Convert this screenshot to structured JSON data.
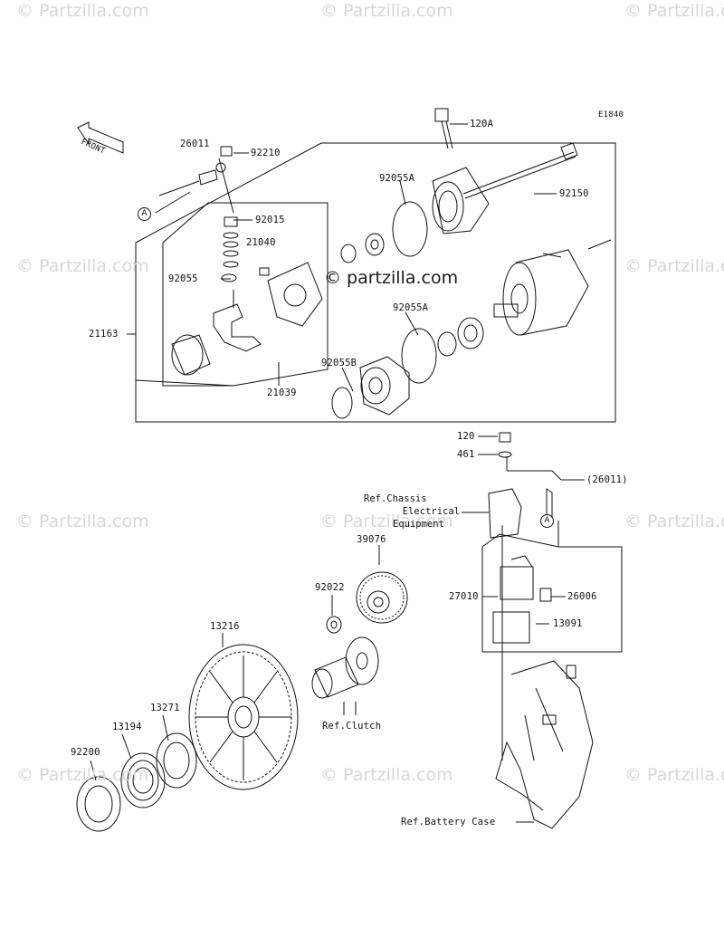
{
  "watermark": {
    "text": "© Partzilla.com",
    "center_text": "© partzilla.com"
  },
  "diagram_code": "E1840",
  "front_label": "FRONT",
  "callout_letter": "A",
  "parts": [
    {
      "id": "p120A",
      "label": "120A"
    },
    {
      "id": "p26011",
      "label": "26011"
    },
    {
      "id": "p92210",
      "label": "92210"
    },
    {
      "id": "p92055A_top",
      "label": "92055A"
    },
    {
      "id": "p92150",
      "label": "92150"
    },
    {
      "id": "p92015",
      "label": "92015"
    },
    {
      "id": "p21040",
      "label": "21040"
    },
    {
      "id": "p92055",
      "label": "92055"
    },
    {
      "id": "p92055A_mid",
      "label": "92055A"
    },
    {
      "id": "p21163",
      "label": "21163"
    },
    {
      "id": "p92055B",
      "label": "92055B"
    },
    {
      "id": "p21039",
      "label": "21039"
    },
    {
      "id": "p120",
      "label": "120"
    },
    {
      "id": "p461",
      "label": "461"
    },
    {
      "id": "p26011_ref",
      "label": "(26011)"
    },
    {
      "id": "p39076",
      "label": "39076"
    },
    {
      "id": "p92022",
      "label": "92022"
    },
    {
      "id": "p27010",
      "label": "27010"
    },
    {
      "id": "p26006",
      "label": "26006"
    },
    {
      "id": "p13091",
      "label": "13091"
    },
    {
      "id": "p13216",
      "label": "13216"
    },
    {
      "id": "p13271",
      "label": "13271"
    },
    {
      "id": "p13194",
      "label": "13194"
    },
    {
      "id": "p92200",
      "label": "92200"
    }
  ],
  "refs": {
    "chassis_line1": "Ref.Chassis",
    "chassis_line2": "Electrical",
    "chassis_line3": "Equipment",
    "clutch": "Ref.Clutch",
    "battery": "Ref.Battery Case"
  }
}
